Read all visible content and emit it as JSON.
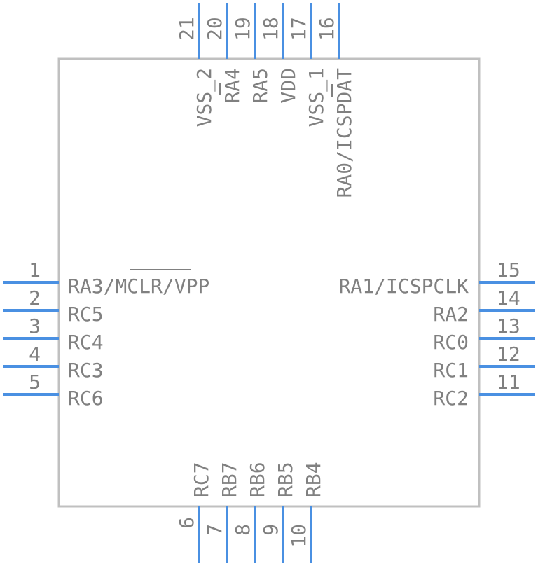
{
  "left_pins": [
    {
      "num": "1",
      "label": "RA3/MCLR/VPP"
    },
    {
      "num": "2",
      "label": "RC5"
    },
    {
      "num": "3",
      "label": "RC4"
    },
    {
      "num": "4",
      "label": "RC3"
    },
    {
      "num": "5",
      "label": "RC6"
    }
  ],
  "right_pins": [
    {
      "num": "15",
      "label": "RA1/ICSPCLK"
    },
    {
      "num": "14",
      "label": "RA2"
    },
    {
      "num": "13",
      "label": "RC0"
    },
    {
      "num": "12",
      "label": "RC1"
    },
    {
      "num": "11",
      "label": "RC2"
    }
  ],
  "bottom_pins": [
    {
      "num": "6",
      "label": "RC7"
    },
    {
      "num": "7",
      "label": "RB7"
    },
    {
      "num": "8",
      "label": "RB6"
    },
    {
      "num": "9",
      "label": "RB5"
    },
    {
      "num": "10",
      "label": "RB4"
    }
  ],
  "top_pins": [
    {
      "num": "21",
      "label": "VSS_2"
    },
    {
      "num": "20",
      "label": "RA4"
    },
    {
      "num": "19",
      "label": "RA5"
    },
    {
      "num": "18",
      "label": "VDD"
    },
    {
      "num": "17",
      "label": "VSS_1"
    },
    {
      "num": "16",
      "label": "RA0/ICSPDAT"
    }
  ],
  "colors": {
    "pin": "#4a90e2",
    "outline": "#c0c0c0",
    "text": "#808080"
  }
}
